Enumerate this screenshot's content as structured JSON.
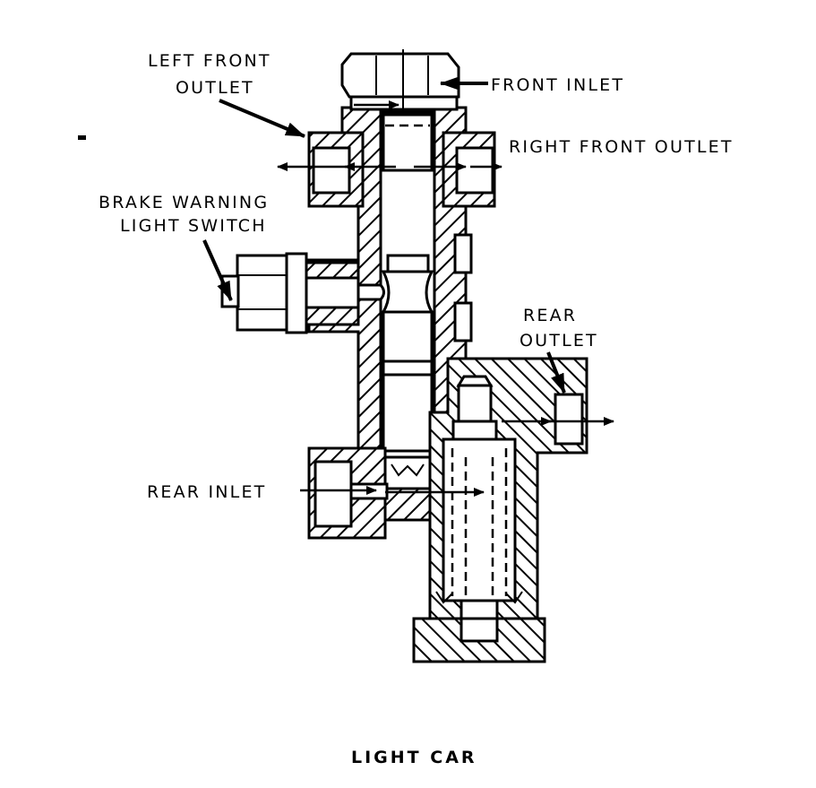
{
  "figure": {
    "caption": "LIGHT CAR",
    "subject": "brake combination valve cross-section",
    "labels": {
      "left_front_outlet": [
        "LEFT FRONT",
        "OUTLET"
      ],
      "front_inlet": "FRONT INLET",
      "right_front_outlet": "RIGHT FRONT OUTLET",
      "brake_warning_light_switch": [
        "BRAKE WARNING",
        "LIGHT SWITCH"
      ],
      "rear_outlet": [
        "REAR",
        "OUTLET"
      ],
      "rear_inlet": "REAR INLET"
    },
    "colors": {
      "ink": "#000000",
      "paper": "#ffffff"
    }
  }
}
